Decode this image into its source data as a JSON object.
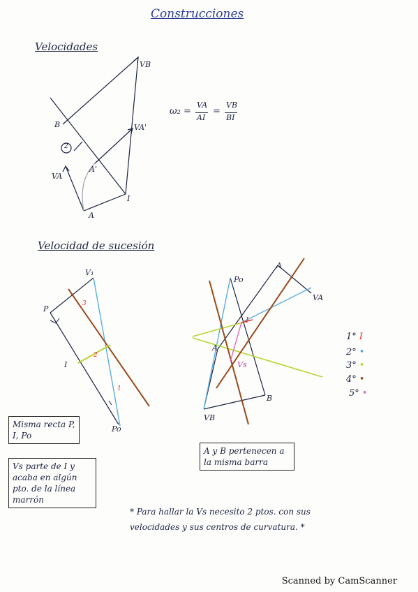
{
  "title": "Construcciones",
  "sections": {
    "velocidades": "Velocidades",
    "sucesion": "Velocidad de sucesión"
  },
  "formula": {
    "lhs": "ω₂ =",
    "frac1_num": "VA",
    "frac1_den": "AI",
    "eq": "=",
    "frac2_num": "VB",
    "frac2_den": "BI"
  },
  "diagram1": {
    "B": "B",
    "A": "A",
    "A_prime": "A'",
    "I": "I",
    "VA": "VA",
    "VB": "VB",
    "VA_prime": "VA'",
    "link": "2"
  },
  "diagram2": {
    "P": "P",
    "I": "I",
    "Po": "Po",
    "V1": "V₁",
    "step1": "1",
    "step2": "2",
    "step3": "3"
  },
  "diagram3": {
    "A": "A",
    "B": "B",
    "Po": "Po",
    "I": "I",
    "VA": "VA",
    "VB": "VB",
    "Vs": "Vs"
  },
  "boxes": {
    "misma_recta": "Misma recta P, I, Po",
    "vs_parte": "Vs parte de I y acaba en algún pto. de la línea marrón",
    "ayb": "A y B pertenecen a la misma barra"
  },
  "note": "* Para hallar la Vs necesito 2 ptos. con sus velocidades y sus centros de curvatura. *",
  "legend": [
    {
      "num": "1°",
      "mark": "I",
      "color": "#e0342c"
    },
    {
      "num": "2°",
      "mark": "•",
      "color": "#4fa6e0"
    },
    {
      "num": "3°",
      "mark": "•",
      "color": "#b9d430"
    },
    {
      "num": "4°",
      "mark": "•",
      "color": "#9a4a1c"
    },
    {
      "num": "5°",
      "mark": "•",
      "color": "#e06ac0"
    }
  ],
  "footer": "Scanned by CamScanner"
}
